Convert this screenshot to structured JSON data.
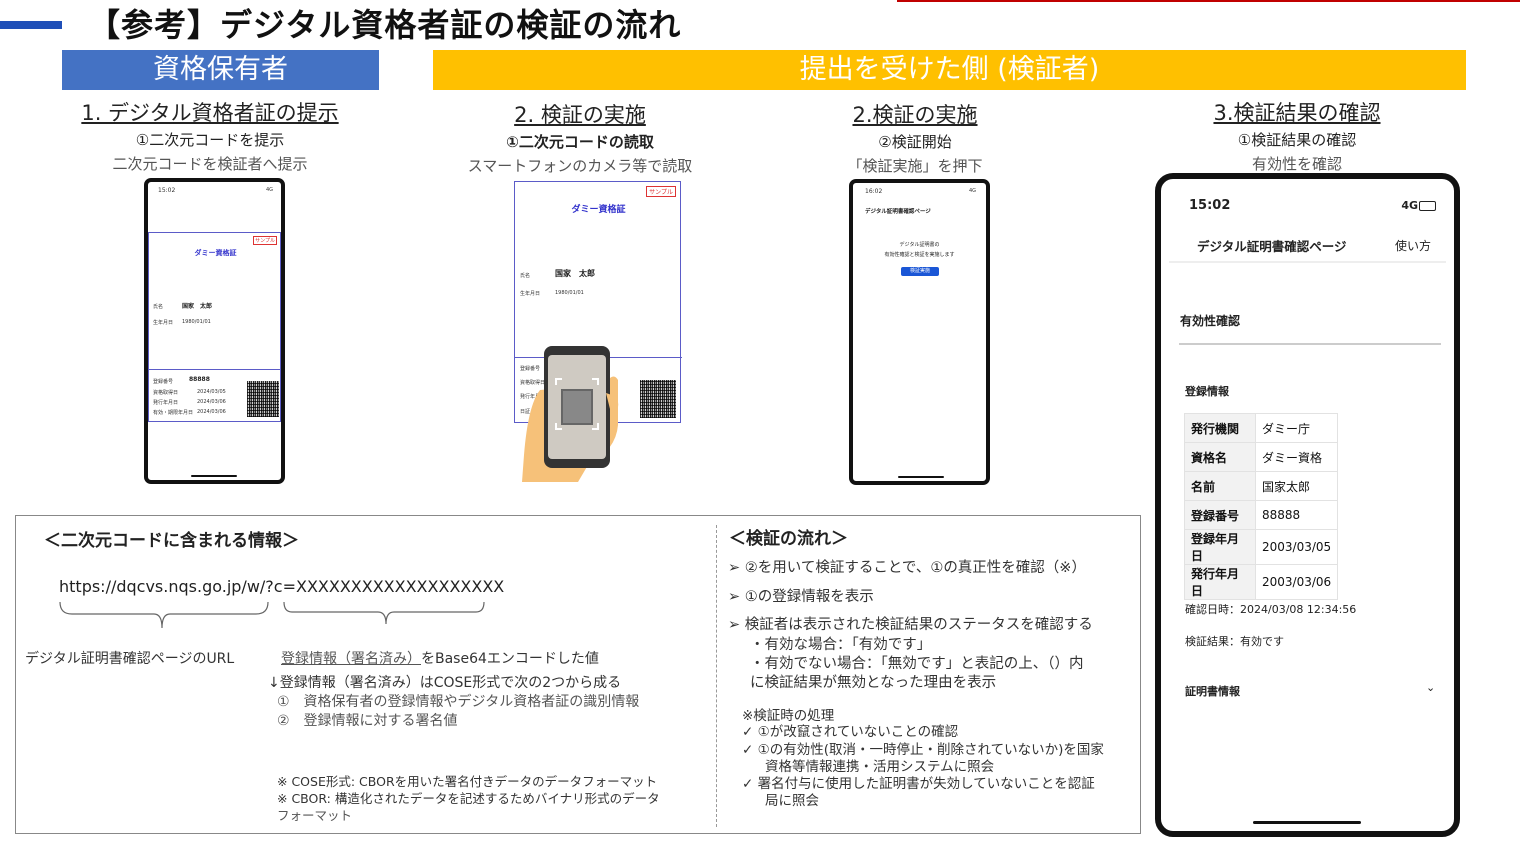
{
  "header": {
    "title": "【参考】デジタル資格者証の検証の流れ"
  },
  "banners": {
    "holder": "資格保有者",
    "verifier": "提出を受けた側 (検証者)"
  },
  "steps": [
    {
      "title": "1. デジタル資格者証の提示",
      "sub": "①二次元コードを提示",
      "desc": "二次元コードを検証者へ提示"
    },
    {
      "title": "2. 検証の実施",
      "sub": "①二次元コードの読取",
      "desc": "スマートフォンのカメラ等で読取"
    },
    {
      "title": "2.検証の実施",
      "sub": "②検証開始",
      "desc": "「検証実施」を押下"
    },
    {
      "title": "3.検証結果の確認",
      "sub": "①検証結果の確認",
      "desc": "有効性を確認"
    }
  ],
  "phone1": {
    "time": "15:02",
    "signal": "4G",
    "sample": "サンプル",
    "cert_title": "ダミー資格証",
    "name_label": "氏名",
    "name": "国家　太郎",
    "birth_label": "生年月日",
    "birth": "1980/01/01",
    "reg_label": "登録番号",
    "reg": "88888",
    "issue_label": "資格取得日",
    "issue": "2024/03/05",
    "valid_label": "発行年月日",
    "valid": "2024/03/06",
    "exp_label": "有効・期限年月日",
    "exp": "2024/03/06"
  },
  "card2": {
    "sample": "サンプル",
    "cert_title": "ダミー資格証",
    "name_label": "氏名",
    "name": "国家　太郎",
    "birth_label": "生年月日",
    "birth": "1980/01/01",
    "reg_label": "登録番号",
    "issue_label": "資格取得日",
    "valid_label": "発行年月日",
    "exp_label": "日証・更新年月日"
  },
  "phone3": {
    "time": "16:02",
    "signal": "4G",
    "page_title": "デジタル証明書確認ページ",
    "msg1": "デジタル証明書の",
    "msg2": "有効性確認と検証を実施します",
    "button": "検証実施"
  },
  "phone4": {
    "time": "15:02",
    "signal": "4G",
    "page_title": "デジタル証明書確認ページ",
    "help": "使い方",
    "validity_heading": "有効性確認",
    "reg_heading": "登録情報",
    "rows": [
      {
        "k": "発行機関",
        "v": "ダミー庁"
      },
      {
        "k": "資格名",
        "v": "ダミー資格"
      },
      {
        "k": "名前",
        "v": "国家太郎"
      },
      {
        "k": "登録番号",
        "v": "88888"
      },
      {
        "k": "登録年月日",
        "v": "2003/03/05"
      },
      {
        "k": "発行年月日",
        "v": "2003/03/06"
      }
    ],
    "confirmed_at": "確認日時：2024/03/08 12:34:56",
    "result": "検証結果：有効です",
    "cert_info": "証明書情報"
  },
  "qr_info": {
    "heading": "＜二次元コードに含まれる情報＞",
    "url": "https://dqcvs.nqs.go.jp/w/?c=XXXXXXXXXXXXXXXXXXX",
    "url_label": "デジタル証明書確認ページのURL",
    "encoded_label_u": "登録情報（署名済み）",
    "encoded_label_rest": "をBase64エンコードした値",
    "cose_line": "↓登録情報（署名済み）はCOSE形式で次の2つから成る",
    "item1": "①　資格保有者の登録情報やデジタル資格者証の識別情報",
    "item2": "②　登録情報に対する署名値",
    "note1": "※ COSE形式: CBORを用いた署名付きデータのデータフォーマット",
    "note2": "※ CBOR: 構造化されたデータを記述するためバイナリ形式のデータ",
    "note2b": "フォーマット"
  },
  "flow": {
    "heading": "＜検証の流れ＞",
    "b1": "②を用いて検証することで、①の真正性を確認（※）",
    "b2": "①の登録情報を表示",
    "b3": "検証者は表示された検証結果のステータスを確認する",
    "b3a": "・有効な場合：「有効です」",
    "b3b": "・有効でない場合：「無効です」と表記の上、（）内",
    "b3c": "に検証結果が無効となった理由を表示",
    "proc": "※検証時の処理",
    "c1": "①が改竄されていないことの確認",
    "c2": "①の有効性(取消・一時停止・削除されていないか)を国家",
    "c2b": "資格等情報連携・活用システムに照会",
    "c3": "署名付与に使用した証明書が失効していないことを認証",
    "c3b": "局に照会"
  }
}
